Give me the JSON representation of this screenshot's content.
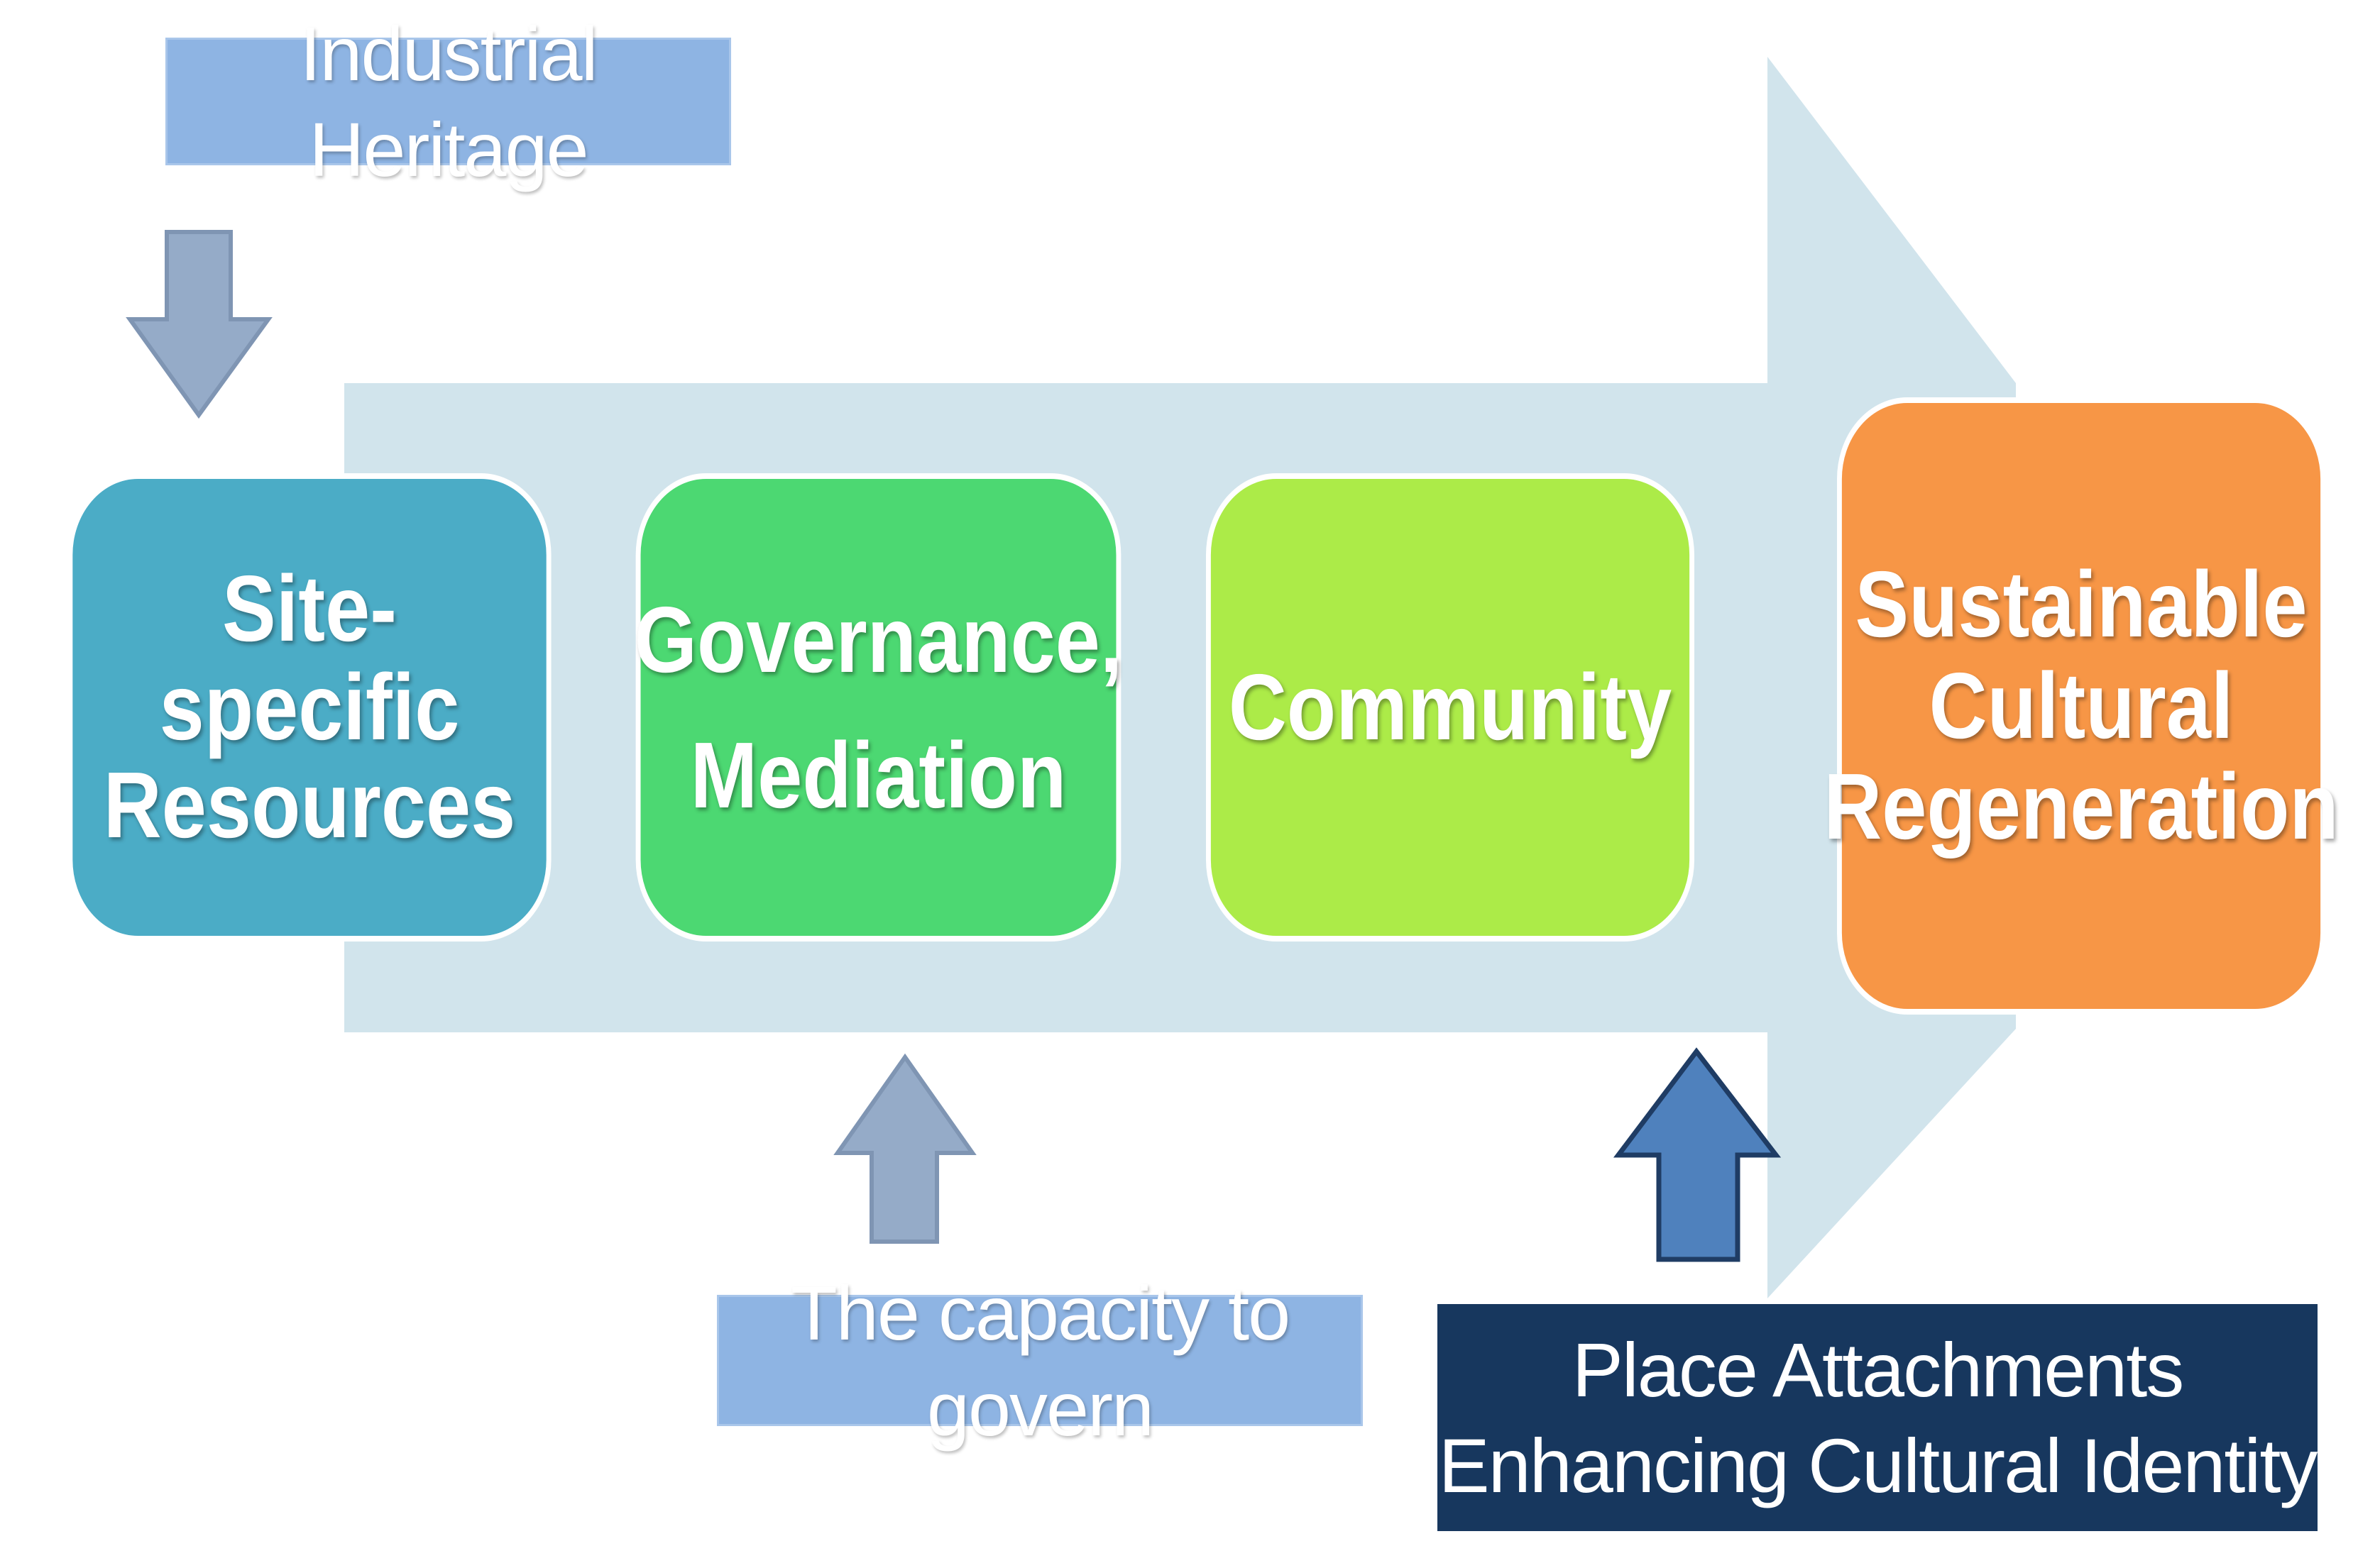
{
  "diagram": {
    "labels": {
      "industrial_heritage": "Industrial Heritage",
      "capacity_to_govern": "The capacity to govern",
      "place_attachments": [
        "Place Attachments",
        "Enhancing Cultural Identity"
      ]
    },
    "stages": [
      {
        "id": "site-specific-resources",
        "lines": [
          "Site-specific",
          "Resources"
        ],
        "color": "#4bacc6"
      },
      {
        "id": "governance-mediation",
        "lines": [
          "Governance,",
          "Mediation"
        ],
        "color": "#4cd872"
      },
      {
        "id": "community",
        "lines": [
          "Community"
        ],
        "color": "#aceb48"
      },
      {
        "id": "sustainable-cultural-regeneration",
        "lines": [
          "Sustainable",
          "Cultural",
          "Regeneration"
        ],
        "color": "#f79646"
      }
    ],
    "colors": {
      "main_arrow": "#d1e4ec",
      "light_arrow": "#95abc8",
      "dark_arrow": "#4f81bd",
      "light_label": "#8eb4e3",
      "dark_label": "#17375e"
    }
  }
}
